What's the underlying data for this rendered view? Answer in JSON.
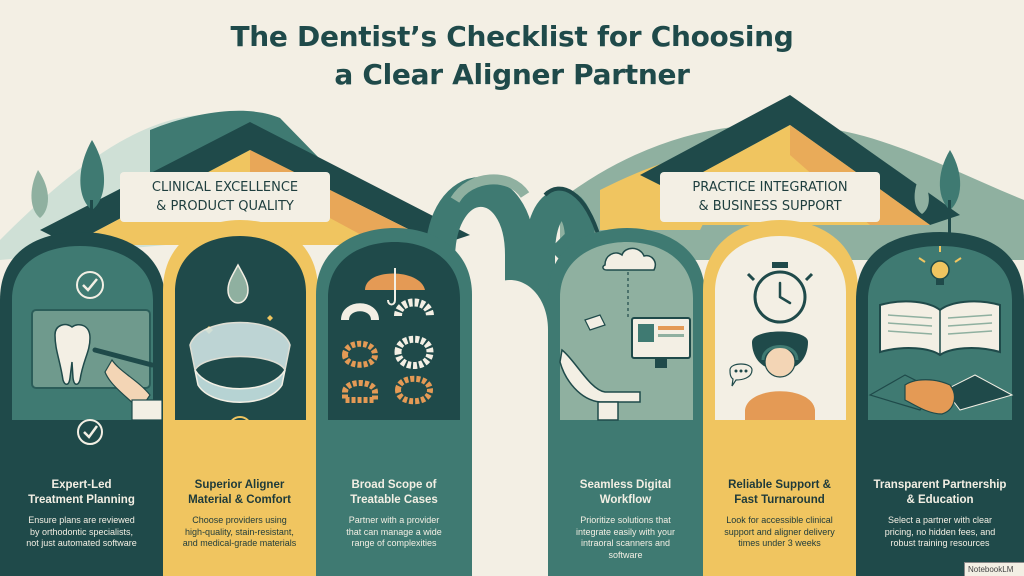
{
  "title": {
    "line1": "The Dentist’s Checklist for Choosing",
    "line2": "a Clear Aligner Partner"
  },
  "sections": [
    {
      "line1": "CLINICAL EXCELLENCE",
      "line2": "& PRODUCT QUALITY"
    },
    {
      "line1": "PRACTICE INTEGRATION",
      "line2": "& BUSINESS SUPPORT"
    }
  ],
  "cards": [
    {
      "title1": "Expert-Led",
      "title2": "Treatment Planning",
      "desc": [
        "Ensure plans are reviewed",
        "by orthodontic specialists,",
        "not just automated software"
      ]
    },
    {
      "title1": "Superior Aligner",
      "title2": "Material & Comfort",
      "desc": [
        "Choose providers using",
        "high-quality, stain-resistant,",
        "and medical-grade materials"
      ]
    },
    {
      "title1": "Broad Scope of",
      "title2": "Treatable Cases",
      "desc": [
        "Partner with a provider",
        "that can manage a wide",
        "range of complexities"
      ]
    },
    {
      "title1": "Seamless Digital",
      "title2": "Workflow",
      "desc": [
        "Prioritize solutions that",
        "integrate easily with your",
        "intraoral scanners and",
        "software"
      ]
    },
    {
      "title1": "Reliable Support &",
      "title2": "Fast Turnaround",
      "desc": [
        "Look for accessible clinical",
        "support and aligner delivery",
        "times under 3 weeks"
      ]
    },
    {
      "title1": "Transparent Partnership",
      "title2": "& Education",
      "desc": [
        "Select a partner with clear",
        "pricing, no hidden fees, and",
        "robust training resources"
      ]
    }
  ],
  "watermark": "NotebookLM",
  "colors": {
    "teal_dark": "#1f4a4a",
    "teal": "#3f7a72",
    "sage": "#8fb0a0",
    "yellow": "#f0c560",
    "cream": "#f3efe4",
    "orange": "#e49a55"
  }
}
